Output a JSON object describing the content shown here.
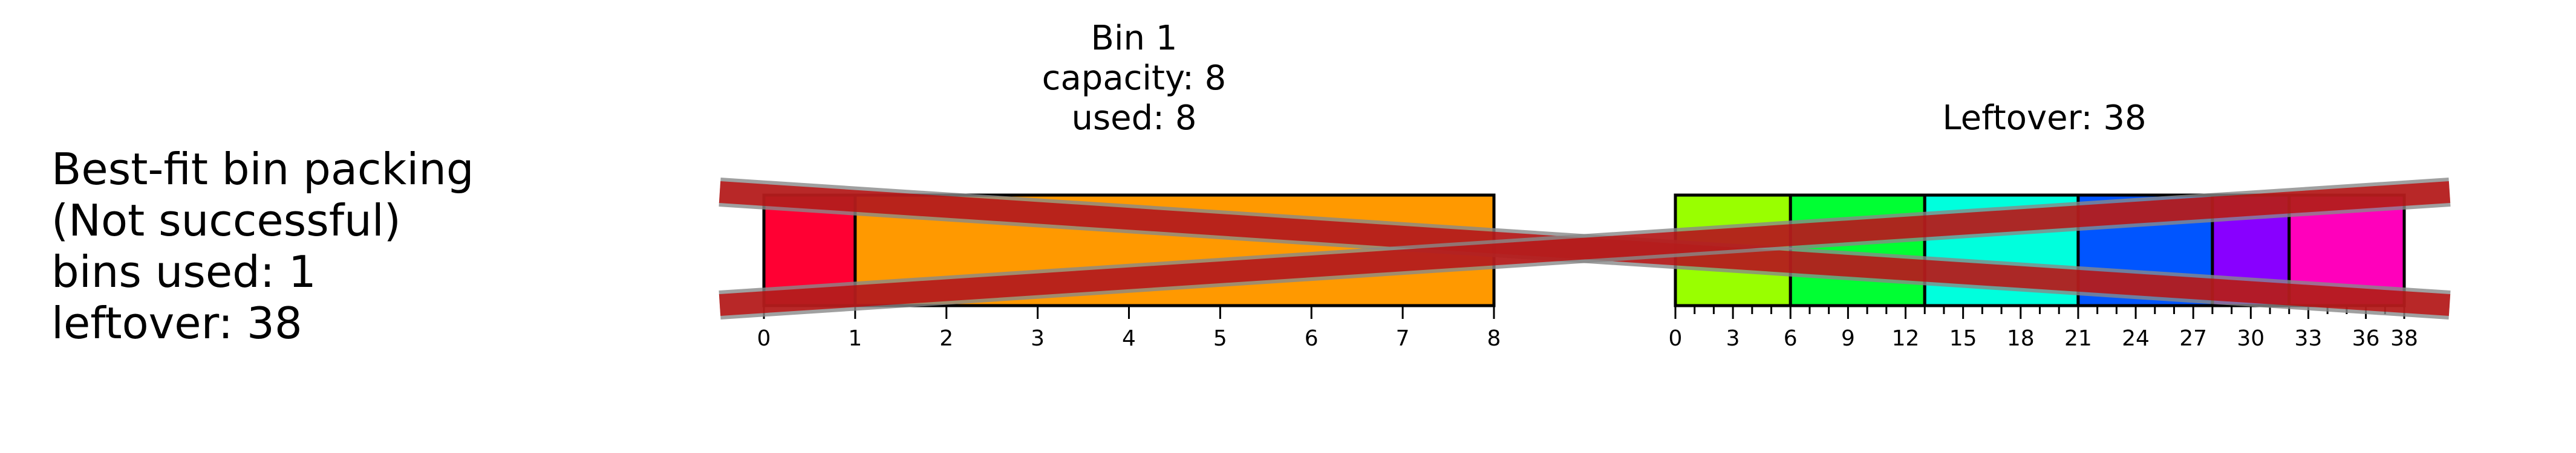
{
  "summary": {
    "lines": [
      "Best-fit bin packing",
      "(Not successful)",
      "bins used: 1",
      "leftover: 38"
    ]
  },
  "bins": [
    {
      "header_lines": [
        "Bin 1",
        "capacity: 8",
        "used: 8"
      ],
      "capacity": 8,
      "ticks": [
        0,
        1,
        2,
        3,
        4,
        5,
        6,
        7,
        8
      ],
      "labeled_ticks": [
        0,
        1,
        2,
        3,
        4,
        5,
        6,
        7,
        8
      ],
      "items": [
        {
          "start": 0,
          "end": 1,
          "color": "#ff0033"
        },
        {
          "start": 1,
          "end": 8,
          "color": "#ff9900"
        }
      ]
    }
  ],
  "leftover": {
    "header_lines": [
      "Leftover: 38"
    ],
    "total": 38,
    "labeled_ticks": [
      0,
      3,
      6,
      9,
      12,
      15,
      18,
      21,
      24,
      27,
      30,
      33,
      36,
      38
    ],
    "items": [
      {
        "start": 0,
        "end": 6,
        "color": "#99ff00"
      },
      {
        "start": 6,
        "end": 13,
        "color": "#00ff33"
      },
      {
        "start": 13,
        "end": 21,
        "color": "#00ffdd"
      },
      {
        "start": 21,
        "end": 28,
        "color": "#0055ff"
      },
      {
        "start": 28,
        "end": 32,
        "color": "#8800ff"
      },
      {
        "start": 32,
        "end": 38,
        "color": "#ff00bb"
      }
    ]
  },
  "failure_mark": {
    "color": "#c00000",
    "stroke_color": "#888888"
  }
}
